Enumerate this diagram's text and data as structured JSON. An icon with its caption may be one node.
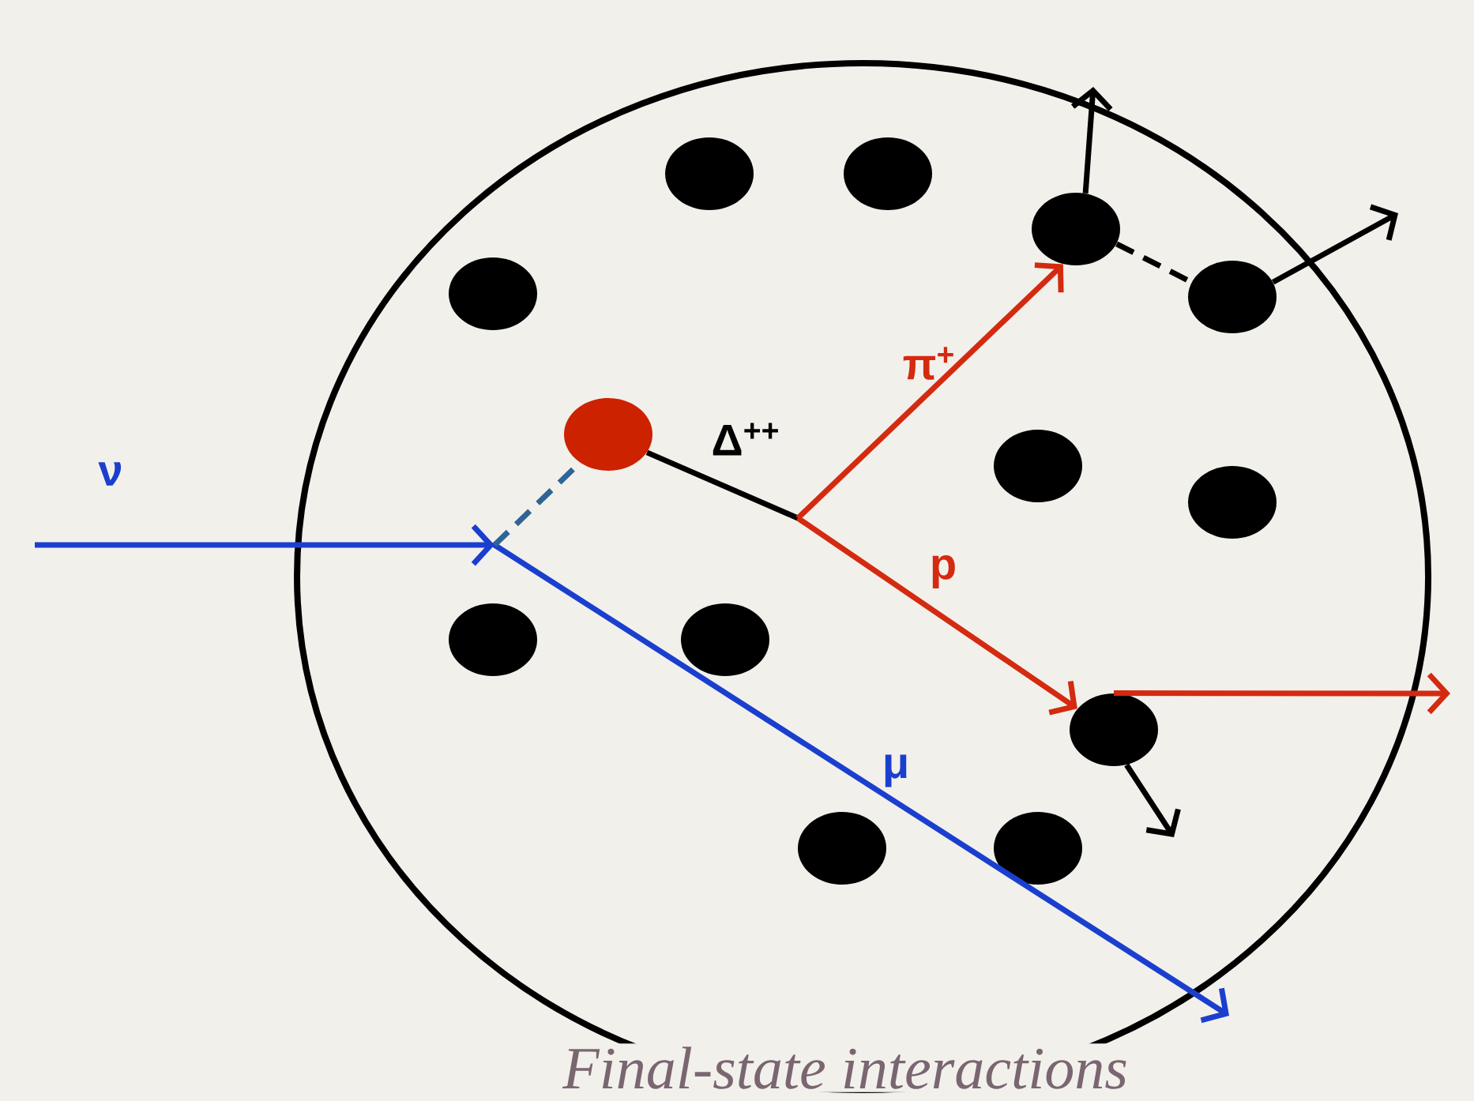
{
  "diagram": {
    "caption": "Final-state interactions",
    "nodes": [
      {
        "text": [],
        "shape": "ellipse"
      },
      {
        "text": [],
        "shape": "circle",
        "in": 0
      },
      {
        "text": [],
        "shape": "circle",
        "in": 0
      },
      {
        "text": [],
        "shape": "circle",
        "in": 0
      },
      {
        "text": [],
        "shape": "circle",
        "in": 0
      },
      {
        "text": [],
        "shape": "circle",
        "in": 0
      },
      {
        "text": [],
        "shape": "circle",
        "in": 0
      },
      {
        "text": [],
        "shape": "circle",
        "in": 0
      },
      {
        "text": [],
        "shape": "circle",
        "in": 0
      },
      {
        "text": [],
        "shape": "circle",
        "in": 0
      },
      {
        "text": [],
        "shape": "circle",
        "in": 0
      },
      {
        "text": [],
        "shape": "circle",
        "in": 0
      },
      {
        "text": [],
        "shape": "circle",
        "in": 0
      },
      {
        "text": [],
        "shape": "circle",
        "in": 0
      },
      {
        "text": [],
        "shape": "point",
        "in": 0
      },
      {
        "text": [],
        "shape": "point",
        "in": 0
      }
    ],
    "edges": [
      {
        "from": null,
        "to": 14,
        "arrow": "to",
        "label": "ν",
        "color": "#1a3fcf"
      },
      {
        "from": 14,
        "to": null,
        "arrow": "to",
        "label": "μ",
        "color": "#1a3fcf"
      },
      {
        "from": 14,
        "to": 6,
        "arrow": "none",
        "style": "dashed",
        "color": "#2f6496"
      },
      {
        "from": 6,
        "to": 15,
        "arrow": "none",
        "label": "Δ$^{++}$"
      },
      {
        "from": 15,
        "to": 3,
        "arrow": "to",
        "label": "π$^{+}$",
        "color": "#d42a10"
      },
      {
        "from": 15,
        "to": 11,
        "arrow": "to",
        "label": "p",
        "color": "#d42a10"
      },
      {
        "from": 3,
        "to": 5,
        "arrow": "none",
        "style": "dashed"
      },
      {
        "from": 3,
        "to": null,
        "arrow": "to"
      },
      {
        "from": 5,
        "to": null,
        "arrow": "to"
      },
      {
        "from": 11,
        "to": null,
        "arrow": "to",
        "color": "#d42a10"
      },
      {
        "from": 11,
        "to": null,
        "arrow": "to"
      }
    ]
  }
}
